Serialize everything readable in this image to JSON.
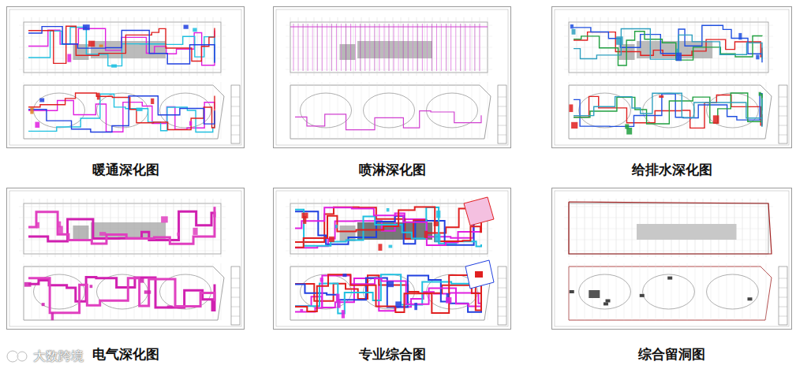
{
  "diagram": {
    "nodes": [
      {
        "text": [
          "暖通深化图"
        ]
      },
      {
        "text": [
          "喷淋深化图"
        ]
      },
      {
        "text": [
          "给排水深化图"
        ]
      },
      {
        "text": [
          "电气深化图"
        ]
      },
      {
        "text": [
          "专业综合图"
        ]
      },
      {
        "text": [
          "综合留洞图"
        ]
      }
    ],
    "labels": [
      "大数跨境"
    ]
  }
}
